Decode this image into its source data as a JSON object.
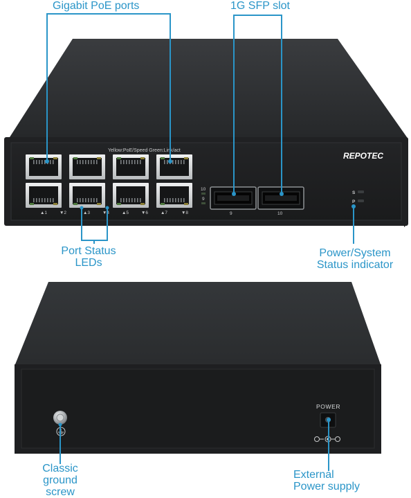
{
  "callouts": {
    "poe_ports": "Gigabit PoE ports",
    "sfp_slot": "1G SFP slot",
    "port_status_line1": "Port Status",
    "port_status_line2": "LEDs",
    "power_status_line1": "Power/System",
    "power_status_line2": "Status indicator",
    "ground_line1": "Classic",
    "ground_line2": "ground",
    "ground_line3": "screw",
    "power_supply_line1": "External",
    "power_supply_line2": "Power supply"
  },
  "front_panel": {
    "brand": "REPOTEC",
    "led_legend": "Yellow:PoE/Speed  Green:Link/act",
    "port_labels": [
      "▲1",
      "▼2",
      "▲3",
      "▼4",
      "▲5",
      "▼6",
      "▲7",
      "▼8"
    ],
    "sfp_led_labels": [
      "10",
      "9"
    ],
    "sfp_labels": [
      "9",
      "10"
    ],
    "status_leds": [
      "S",
      "P"
    ]
  },
  "rear_panel": {
    "power_label": "POWER"
  },
  "colors": {
    "accent": "#2a95c8",
    "chassis_top": "#2b2d2f",
    "chassis_front": "#1f2022",
    "port_metal": "#d8dadb",
    "port_hole": "#151617",
    "led_green": "#4f7a3e",
    "led_yellow": "#8a7d33"
  }
}
